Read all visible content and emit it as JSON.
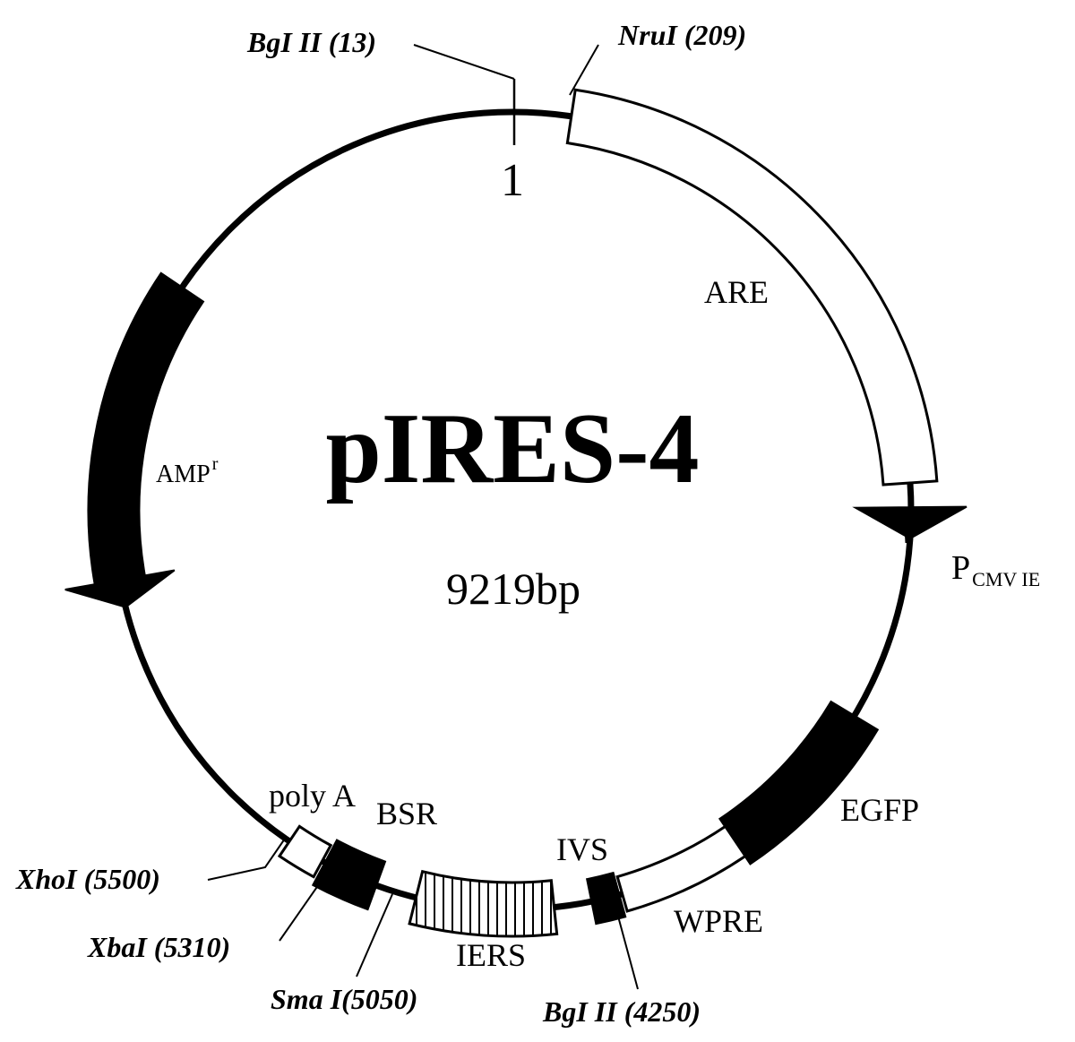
{
  "plasmid": {
    "name": "pIRES-4",
    "size": "9219bp",
    "origin_label": "1"
  },
  "features": {
    "are": "ARE",
    "pcmv_main": "P",
    "pcmv_sub": "CMV IE",
    "egfp": "EGFP",
    "wpre": "WPRE",
    "ivs": "IVS",
    "iers": "IERS",
    "bsr": "BSR",
    "polya": "poly A",
    "amp_main": "AMP",
    "amp_sup": "r"
  },
  "sites": {
    "bglii_13": "BgI II (13)",
    "nrui_209": "NruI (209)",
    "xhoi_5500": "XhoI (5500)",
    "xbai_5310": "XbaI (5310)",
    "smai_5050": "Sma I(5050)",
    "bglii_4250": "BgI II (4250)"
  },
  "colors": {
    "stroke": "#000000",
    "background": "#ffffff"
  }
}
